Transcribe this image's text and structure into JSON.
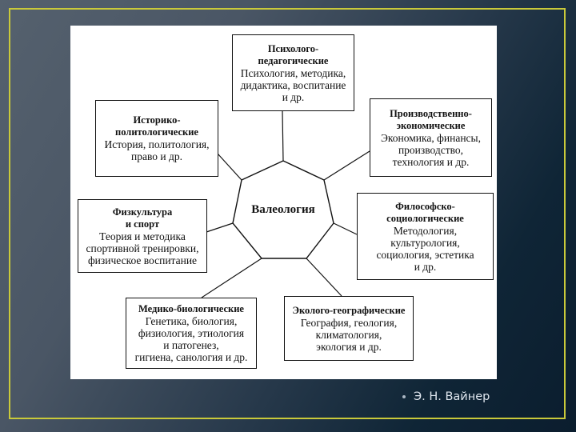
{
  "slide": {
    "frame_color": "#c9c93a",
    "author": "Э. Н. Вайнер"
  },
  "diagram": {
    "center": "Валеология",
    "boxes": [
      {
        "id": "psychological-pedagogical",
        "title": [
          "Психолого-",
          "педагогические"
        ],
        "lines": [
          "Психология, методика,",
          "дидактика, воспитание",
          "и др."
        ]
      },
      {
        "id": "historical-political",
        "title": [
          "Историко-",
          "политологические"
        ],
        "lines": [
          "История, политология,",
          "право и др."
        ]
      },
      {
        "id": "production-economic",
        "title": [
          "Производственно-",
          "экономические"
        ],
        "lines": [
          "Экономика, финансы,",
          "производство,",
          "технология и др."
        ]
      },
      {
        "id": "physical-culture-sport",
        "title": [
          "Физкультура",
          "и спорт"
        ],
        "lines": [
          "Теория и методика",
          "спортивной тренировки,",
          "физическое воспитание"
        ]
      },
      {
        "id": "philosophical-sociological",
        "title": [
          "Философско-",
          "социологические"
        ],
        "lines": [
          "Методология,",
          "культурология,",
          "социология, эстетика",
          "и др."
        ]
      },
      {
        "id": "medical-biological",
        "title": [
          "Медико-биологические"
        ],
        "lines": [
          "Генетика, биология,",
          "физиология, этиология",
          "и патогенез,",
          "гигиена, санология и др."
        ]
      },
      {
        "id": "ecological-geographical",
        "title": [
          "Эколого-географические"
        ],
        "lines": [
          "География, геология,",
          "климатология,",
          "экология и др."
        ]
      }
    ]
  }
}
